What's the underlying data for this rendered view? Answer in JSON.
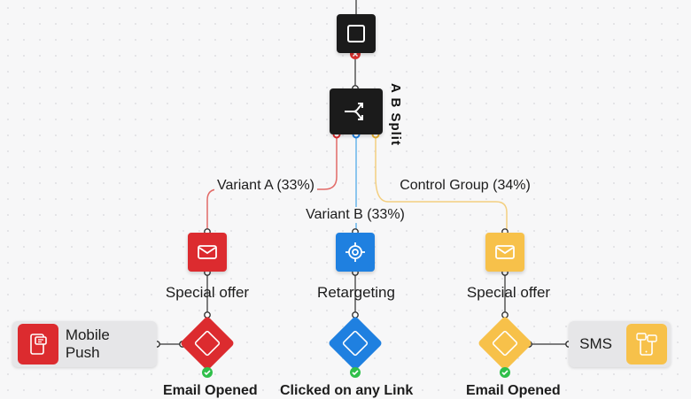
{
  "colors": {
    "black": "#1b1b1b",
    "red": "#dc2b2f",
    "blue": "#1f80e0",
    "yellow": "#f7c14a",
    "line_gray": "#555555",
    "line_red": "#e26a67",
    "line_blue": "#69b6ea",
    "line_yellow": "#f3cf80",
    "success_green": "#2fbf4a",
    "error_red": "#d9302e"
  },
  "split_node": {
    "title": "A B Split",
    "icon": "split-arrows-icon"
  },
  "top_node": {
    "icon": "square-outline-icon",
    "status": "error-badge"
  },
  "edges": {
    "variant_a": "Variant A (33%)",
    "variant_b": "Variant B (33%)",
    "control": "Control Group (34%)"
  },
  "messages": [
    {
      "label": "Special offer",
      "icon": "mail-icon",
      "color": "red"
    },
    {
      "label": "Retargeting",
      "icon": "target-icon",
      "color": "blue"
    },
    {
      "label": "Special offer",
      "icon": "mail-icon",
      "color": "yellow"
    }
  ],
  "side_cards": {
    "left": {
      "label": "Mobile Push",
      "icon": "mobile-push-icon"
    },
    "right": {
      "label": "SMS",
      "icon": "sms-phone-icon"
    }
  },
  "cropped_bottom_text": [
    "Email Opened",
    "Clicked on any Link",
    "Email Opened"
  ]
}
